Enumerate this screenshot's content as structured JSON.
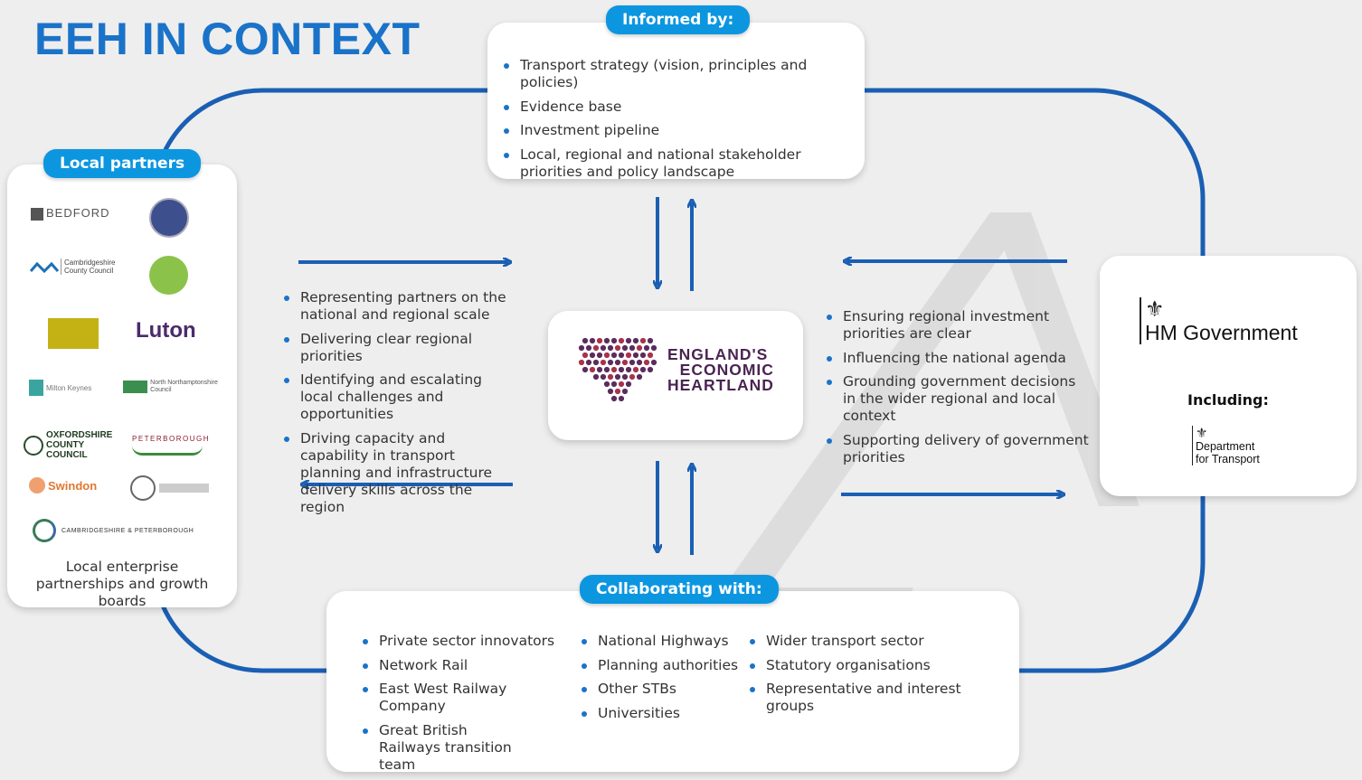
{
  "title": "EEH IN CONTEXT",
  "informed_by": {
    "label": "Informed by:",
    "items": [
      "Transport strategy (vision, principles and policies)",
      "Evidence base",
      "Investment pipeline",
      "Local, regional and national stakeholder priorities and policy landscape"
    ]
  },
  "local_partners": {
    "label": "Local partners",
    "logos": [
      "BEDFORD",
      "Cambridgeshire County Council",
      "Luton",
      "Milton Keynes",
      "North Northamptonshire Council",
      "OXFORDSHIRE COUNTY COUNCIL",
      "PETERBOROUGH",
      "Swindon",
      "CAMBRIDGESHIRE & PETERBOROUGH"
    ],
    "footer": "Local enterprise partnerships and growth boards"
  },
  "left_points": [
    "Representing partners on the national and regional scale",
    "Delivering clear regional priorities",
    "Identifying and escalating local challenges and opportunities",
    "Driving capacity and capability in transport planning and infrastructure delivery skills across the region"
  ],
  "center": {
    "line1": "ENGLAND'S",
    "line2": "ECONOMIC",
    "line3": "HEARTLAND"
  },
  "right_points": [
    "Ensuring regional investment priorities are clear",
    "Influencing the national agenda",
    "Grounding government decisions in the wider regional and local context",
    "Supporting delivery of government priorities"
  ],
  "government": {
    "name": "HM Government",
    "including": "Including:",
    "dept_line1": "Department",
    "dept_line2": "for Transport"
  },
  "collaborating": {
    "label": "Collaborating with:",
    "col1": [
      "Private sector innovators",
      "Network Rail",
      "East West Railway Company",
      "Great British Railways transition team"
    ],
    "col2": [
      "National Highways",
      "Planning authorities",
      "Other STBs",
      "Universities"
    ],
    "col3": [
      "Wider transport sector",
      "Statutory organisations",
      "Representative and interest groups"
    ]
  },
  "colors": {
    "blue": "#1a73c8",
    "pill": "#0c96e0",
    "heart_dark": "#5b2c5e",
    "heart_red": "#a8324a"
  }
}
